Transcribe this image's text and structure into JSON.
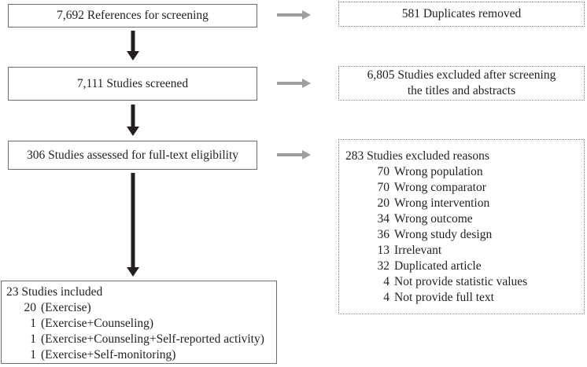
{
  "diagram_type": "study-screening-flow",
  "colors": {
    "text": "#231f20",
    "solid_border": "#6d6e71",
    "dotted_border": "#808285",
    "gray_arrow": "#9d9fa2",
    "black_arrow": "#231f20",
    "background": "#ffffff"
  },
  "left_boxes": [
    {
      "text": "7,692 References for screening"
    },
    {
      "text": "7,111 Studies screened"
    },
    {
      "text": "306 Studies assessed for full-text eligibility"
    }
  ],
  "right_boxes": [
    {
      "lines": [
        "581 Duplicates removed"
      ]
    },
    {
      "lines": [
        "6,805 Studies excluded after screening",
        "the titles and abstracts"
      ]
    },
    {
      "title": "283 Studies excluded reasons",
      "items": [
        {
          "num": "70",
          "label": "Wrong population"
        },
        {
          "num": "70",
          "label": "Wrong comparator"
        },
        {
          "num": "20",
          "label": "Wrong intervention"
        },
        {
          "num": "34",
          "label": "Wrong outcome"
        },
        {
          "num": "36",
          "label": "Wrong study design"
        },
        {
          "num": "13",
          "label": "Irrelevant"
        },
        {
          "num": "32",
          "label": "Duplicated article"
        },
        {
          "num": "4",
          "label": "Not provide statistic values"
        },
        {
          "num": "4",
          "label": "Not provide full text"
        }
      ]
    }
  ],
  "included_box": {
    "title": "23 Studies included",
    "items": [
      {
        "num": "20",
        "label": "(Exercise)"
      },
      {
        "num": "1",
        "label": "(Exercise+Counseling)"
      },
      {
        "num": "1",
        "label": "(Exercise+Counseling+Self-reported activity)"
      },
      {
        "num": "1",
        "label": "(Exercise+Self-monitoring)"
      }
    ]
  }
}
